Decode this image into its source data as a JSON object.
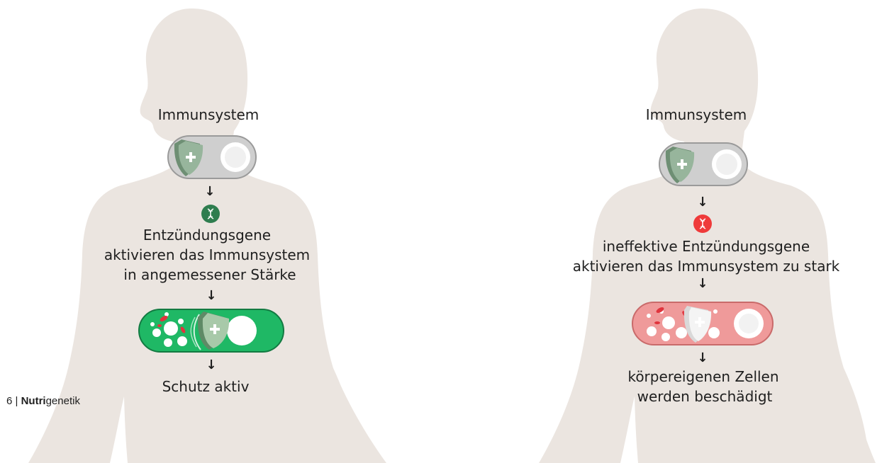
{
  "colors": {
    "silhouette": "#ebe5e0",
    "toggle_neutral": "#c8c8c8",
    "toggle_active": "#1fb865",
    "toggle_overactive": "#ef9a9a",
    "dna_good": "#2e7d4f",
    "dna_bad": "#ef3a3a",
    "shield": "#8fae94",
    "blood_cell": "#e0343d"
  },
  "left": {
    "title": "Immunsystem",
    "gene_text_1": "Entzündungsgene",
    "gene_text_2": "aktivieren das Immunsystem",
    "gene_text_3": "in angemessener Stärke",
    "result_text": "Schutz aktiv"
  },
  "right": {
    "title": "Immunsystem",
    "gene_text_1": "ineffektive Entzündungsgene",
    "gene_text_2": "aktivieren das Immunsystem zu stark",
    "result_text_1": "körpereigenen Zellen",
    "result_text_2": "werden beschädigt"
  },
  "footer": {
    "page_number": "6",
    "separator": "|",
    "brand_bold": "Nutri",
    "brand_rest": "genetik"
  },
  "icons": {
    "arrow": "↓",
    "dna": "dna-icon",
    "shield": "shield-icon"
  }
}
